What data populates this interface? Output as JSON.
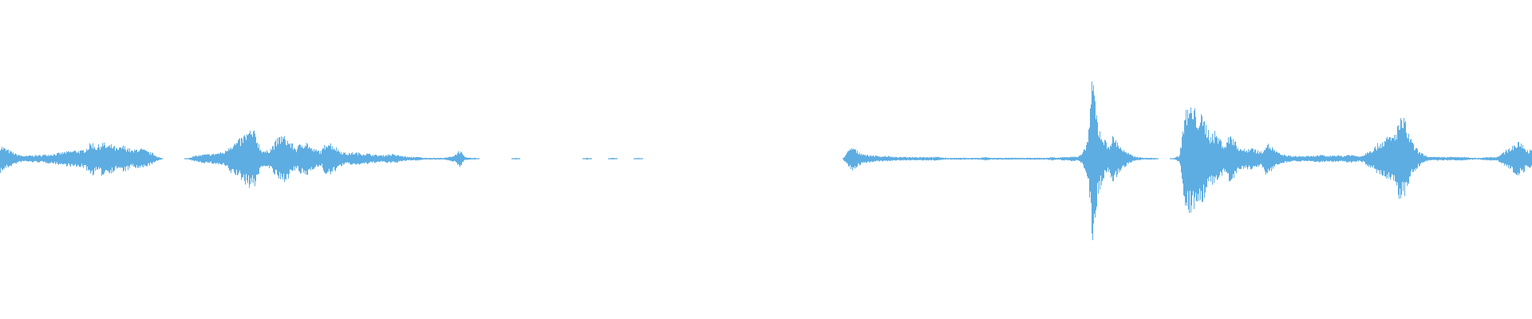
{
  "waveform": {
    "color": "#5DADE2",
    "background": "#FFFFFF",
    "amplitude_envelope": [
      0.16,
      0.12,
      0.09,
      0.06,
      0.04,
      0.03,
      0.04,
      0.04,
      0.04,
      0.05,
      0.05,
      0.06,
      0.07,
      0.08,
      0.09,
      0.1,
      0.09,
      0.13,
      0.19,
      0.14,
      0.19,
      0.15,
      0.16,
      0.11,
      0.15,
      0.13,
      0.09,
      0.12,
      0.11,
      0.08,
      0.06,
      0.02,
      0.0,
      0.0,
      0.0,
      0.0,
      0.0,
      0.01,
      0.03,
      0.04,
      0.05,
      0.05,
      0.06,
      0.07,
      0.08,
      0.16,
      0.18,
      0.22,
      0.28,
      0.32,
      0.3,
      0.12,
      0.08,
      0.12,
      0.2,
      0.27,
      0.24,
      0.18,
      0.12,
      0.18,
      0.2,
      0.12,
      0.1,
      0.09,
      0.21,
      0.17,
      0.12,
      0.08,
      0.06,
      0.07,
      0.07,
      0.06,
      0.06,
      0.05,
      0.04,
      0.04,
      0.05,
      0.05,
      0.04,
      0.03,
      0.02,
      0.02,
      0.02,
      0.01,
      0.01,
      0.01,
      0.01,
      0.01,
      0.02,
      0.04,
      0.1,
      0.02,
      0.01,
      0.01,
      0.0,
      0.0,
      0.0,
      0.0,
      0.0,
      0.0,
      0.0,
      0.01,
      0.0,
      0.0,
      0.0,
      0.0,
      0.0,
      0.0,
      0.0,
      0.0,
      0.0,
      0.0,
      0.0,
      0.0,
      0.0,
      0.01,
      0.0,
      0.0,
      0.0,
      0.0,
      0.01,
      0.0,
      0.0,
      0.0,
      0.0,
      0.01,
      0.0,
      0.0,
      0.0,
      0.0,
      0.0,
      0.0,
      0.0,
      0.0,
      0.0,
      0.0,
      0.0,
      0.0,
      0.0,
      0.0,
      0.0,
      0.0,
      0.0,
      0.0,
      0.0,
      0.0,
      0.0,
      0.0,
      0.0,
      0.0,
      0.0,
      0.0,
      0.0,
      0.0,
      0.0,
      0.0,
      0.0,
      0.0,
      0.0,
      0.0,
      0.0,
      0.0,
      0.0,
      0.0,
      0.0,
      0.0,
      0.08,
      0.14,
      0.08,
      0.06,
      0.04,
      0.04,
      0.03,
      0.03,
      0.03,
      0.02,
      0.02,
      0.02,
      0.02,
      0.02,
      0.02,
      0.02,
      0.02,
      0.02,
      0.02,
      0.01,
      0.01,
      0.01,
      0.01,
      0.01,
      0.01,
      0.01,
      0.01,
      0.02,
      0.01,
      0.01,
      0.01,
      0.01,
      0.01,
      0.01,
      0.01,
      0.01,
      0.01,
      0.01,
      0.01,
      0.01,
      0.02,
      0.01,
      0.02,
      0.02,
      0.03,
      0.02,
      0.06,
      0.22,
      0.95,
      0.4,
      0.25,
      0.15,
      0.26,
      0.18,
      0.1,
      0.06,
      0.03,
      0.02,
      0.01,
      0.01,
      0.01,
      0.0,
      0.0,
      0.0,
      0.01,
      0.04,
      0.52,
      0.6,
      0.55,
      0.5,
      0.42,
      0.28,
      0.3,
      0.22,
      0.16,
      0.3,
      0.18,
      0.12,
      0.1,
      0.14,
      0.1,
      0.08,
      0.18,
      0.14,
      0.08,
      0.05,
      0.04,
      0.03,
      0.03,
      0.03,
      0.03,
      0.03,
      0.04,
      0.04,
      0.03,
      0.04,
      0.04,
      0.03,
      0.05,
      0.04,
      0.03,
      0.04,
      0.1,
      0.12,
      0.18,
      0.22,
      0.25,
      0.27,
      0.44,
      0.45,
      0.26,
      0.14,
      0.08,
      0.04,
      0.02,
      0.02,
      0.02,
      0.02,
      0.02,
      0.02,
      0.02,
      0.02,
      0.01,
      0.01,
      0.01,
      0.02,
      0.02,
      0.02,
      0.05,
      0.1,
      0.14,
      0.18,
      0.18,
      0.1
    ]
  }
}
